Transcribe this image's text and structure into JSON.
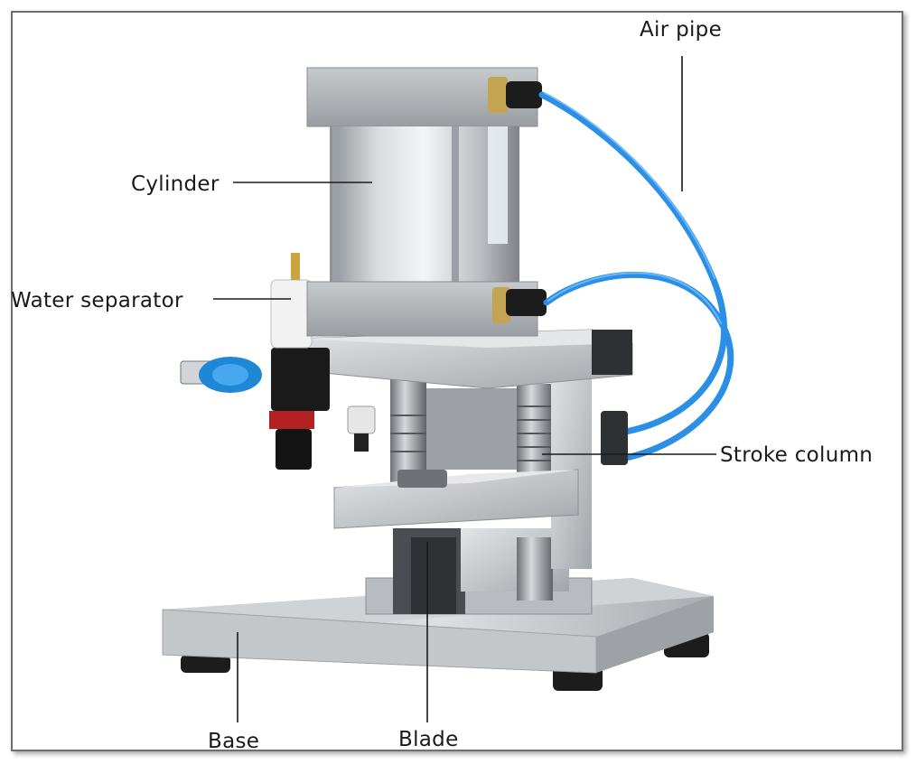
{
  "diagram": {
    "labels": {
      "air_pipe": "Air pipe",
      "cylinder": "Cylinder",
      "water_separator": "Water separator",
      "stroke_column": "Stroke column",
      "base": "Base",
      "blade": "Blade"
    }
  }
}
